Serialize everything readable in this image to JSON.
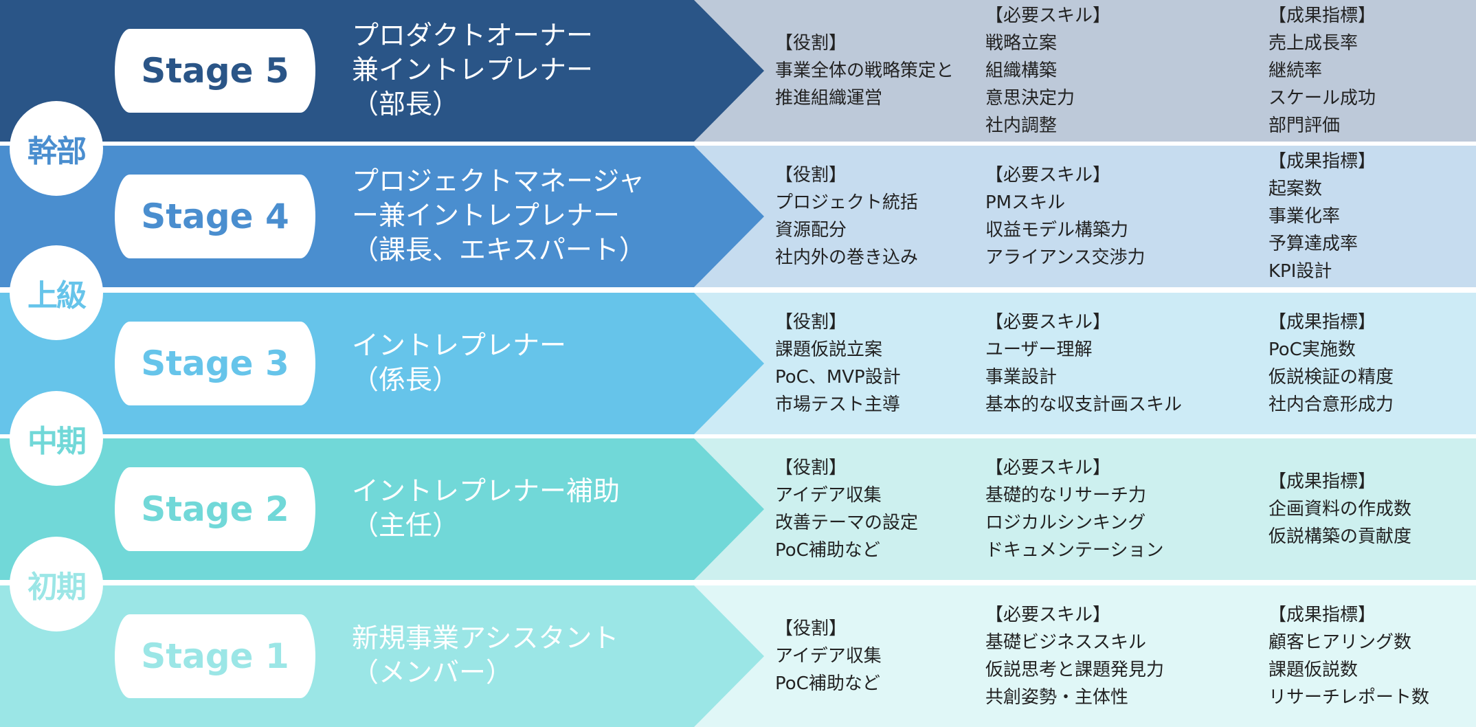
{
  "headers": {
    "role": "【役割】",
    "skills": "【必要スキル】",
    "kpi": "【成果指標】"
  },
  "levels": [
    {
      "label": "幹部",
      "color": "#4a8ecf"
    },
    {
      "label": "上級",
      "color": "#66c4ea"
    },
    {
      "label": "中期",
      "color": "#71d8d8"
    },
    {
      "label": "初期",
      "color": "#9be6e6"
    }
  ],
  "stages": [
    {
      "stage": "Stage 5",
      "title": [
        "プロダクトオーナー",
        "兼イントレプレナー",
        "（部長）"
      ],
      "band": "#2a5587",
      "bg": "#bdc9d9",
      "role": [
        "事業全体の戦略策定と",
        "推進組織運営"
      ],
      "skills": [
        "戦略立案",
        "組織構築",
        "意思決定力",
        "社内調整"
      ],
      "kpi": [
        "売上成長率",
        "継続率",
        "スケール成功",
        "部門評価"
      ]
    },
    {
      "stage": "Stage 4",
      "title": [
        "プロジェクトマネージャ",
        "ー兼イントレプレナー",
        "（課長、エキスパート）"
      ],
      "band": "#4a8ecf",
      "bg": "#c6dcef",
      "role": [
        "プロジェクト統括",
        "資源配分",
        "社内外の巻き込み"
      ],
      "skills": [
        "PMスキル",
        "収益モデル構築力",
        "アライアンス交渉力"
      ],
      "kpi": [
        "起案数",
        "事業化率",
        "予算達成率",
        "KPI設計"
      ]
    },
    {
      "stage": "Stage 3",
      "title": [
        "イントレプレナー",
        "（係長）"
      ],
      "band": "#66c4ea",
      "bg": "#cdebf6",
      "role": [
        "課題仮説立案",
        "PoC、MVP設計",
        "市場テスト主導"
      ],
      "skills": [
        "ユーザー理解",
        "事業設計",
        "基本的な収支計画スキル"
      ],
      "kpi": [
        "PoC実施数",
        "仮説検証の精度",
        "社内合意形成力"
      ]
    },
    {
      "stage": "Stage 2",
      "title": [
        "イントレプレナー補助",
        "（主任）"
      ],
      "band": "#71d8d8",
      "bg": "#cdf0ef",
      "role": [
        "アイデア収集",
        "改善テーマの設定",
        "PoC補助など"
      ],
      "skills": [
        "基礎的なリサーチ力",
        "ロジカルシンキング",
        "ドキュメンテーション"
      ],
      "kpi": [
        "企画資料の作成数",
        "仮説構築の貢献度"
      ]
    },
    {
      "stage": "Stage 1",
      "title": [
        "新規事業アシスタント",
        "（メンバー）"
      ],
      "band": "#9be6e6",
      "bg": "#e0f7f7",
      "role": [
        "アイデア収集",
        "PoC補助など"
      ],
      "skills": [
        "基礎ビジネススキル",
        "仮説思考と課題発見力",
        "共創姿勢・主体性"
      ],
      "kpi": [
        "顧客ヒアリング数",
        "課題仮説数",
        "リサーチレポート数"
      ]
    }
  ]
}
